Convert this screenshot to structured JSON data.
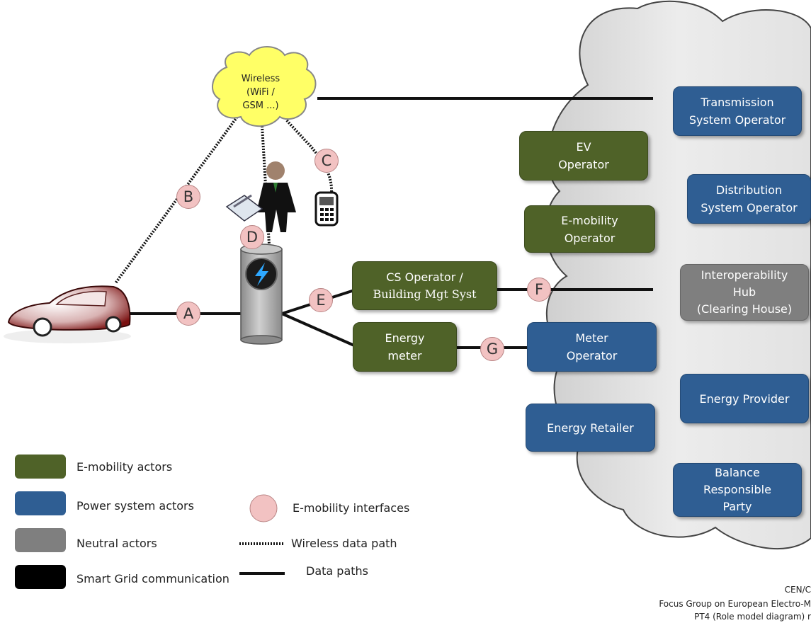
{
  "wireless_cloud": {
    "label": "Wireless\n(WiFi /\nGSM ...)"
  },
  "actors": {
    "ev_operator": "EV\nOperator",
    "emobility_operator": "E-mobility\nOperator",
    "cs_operator_line1": "CS Operator /",
    "cs_operator_line2": "Building Mgt Syst",
    "energy_meter": "Energy\nmeter",
    "meter_operator": "Meter\nOperator",
    "energy_retailer": "Energy Retailer",
    "transmission": "Transmission\nSystem Operator",
    "distribution": "Distribution\nSystem Operator",
    "interoperability": "Interoperability\nHub\n(Clearing House)",
    "energy_provider": "Energy Provider",
    "balance": "Balance\nResponsible\nParty"
  },
  "interfaces": {
    "a": "A",
    "b": "B",
    "c": "C",
    "d": "D",
    "e": "E",
    "f": "F",
    "g": "G"
  },
  "legend": {
    "emobility_actors": "E-mobility actors",
    "power_actors": "Power system actors",
    "neutral_actors": "Neutral actors",
    "smart_grid": "Smart Grid communication",
    "interfaces": "E-mobility interfaces",
    "wireless_path": "Wireless data path",
    "data_paths": "Data paths"
  },
  "credits": {
    "line1": "CEN/C",
    "line2": "Focus Group on European Electro-M",
    "line3": "PT4 (Role model diagram) r"
  },
  "colors": {
    "emobility": "#4f6228",
    "power": "#2f5e93",
    "neutral": "#7f7f7f",
    "smart_grid": "#000000",
    "interface": "#f2c2c2",
    "wireless_cloud": "#ffff66",
    "grid_cloud": "#dedede"
  },
  "icons": [
    "car-icon",
    "charging-station-icon",
    "lightning-icon",
    "person-icon",
    "card-icon",
    "mobile-phone-icon",
    "wireless-cloud-icon",
    "grid-cloud-icon"
  ]
}
